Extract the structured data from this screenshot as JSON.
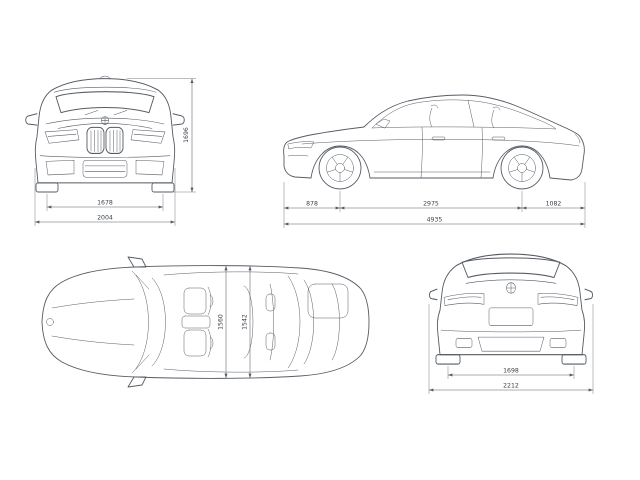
{
  "colors": {
    "line": "#565b64",
    "background": "#ffffff",
    "dim_text": "#3d424a"
  },
  "views": {
    "front": {
      "track_mm": "1678",
      "width_mm": "2004",
      "height_mm": "1696"
    },
    "side": {
      "front_overhang_mm": "878",
      "wheelbase_mm": "2975",
      "rear_overhang_mm": "1082",
      "length_mm": "4935"
    },
    "top": {
      "cabin_width_front_mm": "1560",
      "cabin_width_rear_mm": "1542"
    },
    "rear": {
      "track_mm": "1698",
      "width_mm": "2212"
    }
  }
}
